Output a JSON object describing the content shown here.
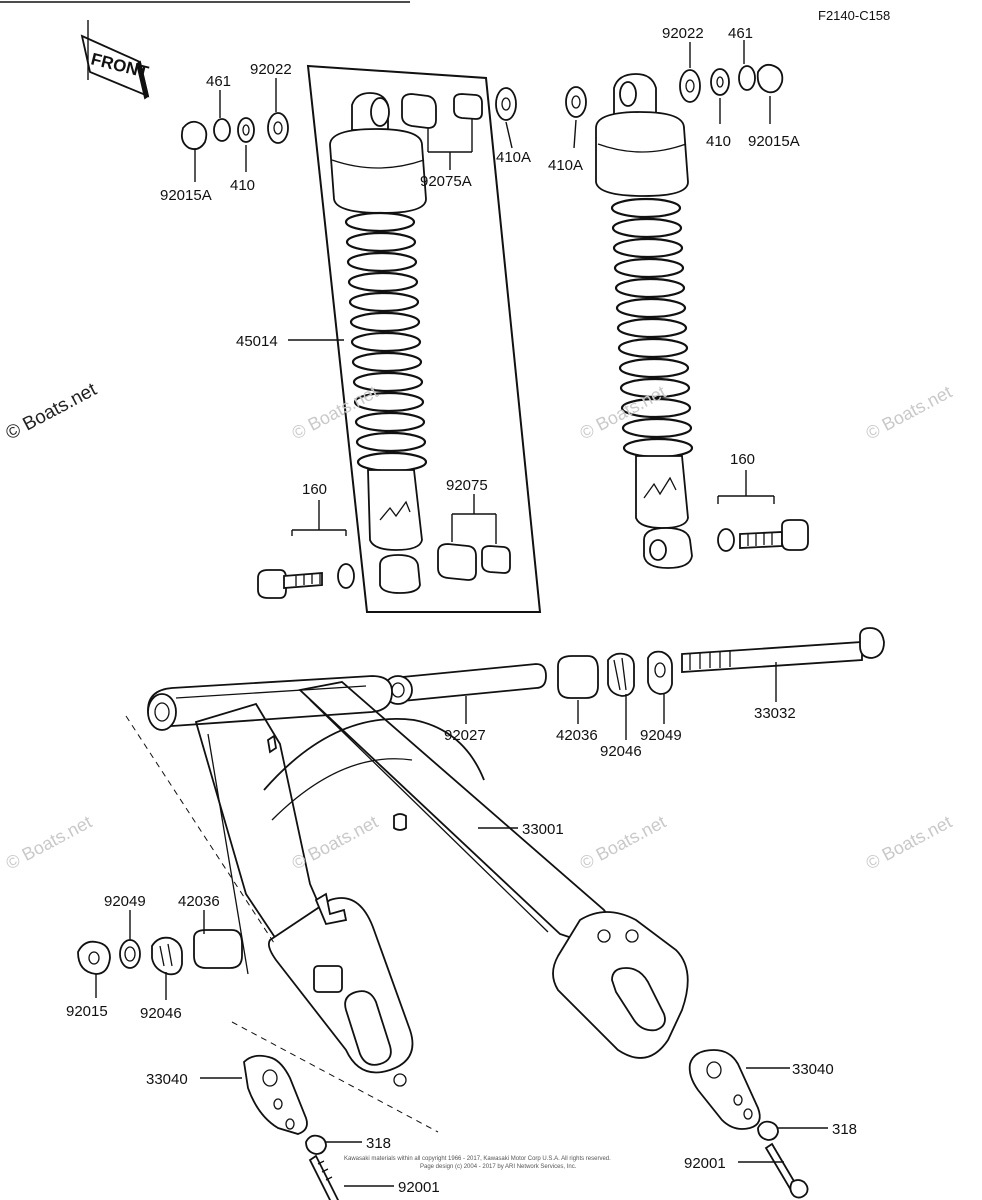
{
  "diagram_id": "F2140-C158",
  "front_badge": {
    "text": "FRONT"
  },
  "labels": {
    "l_92022_left": "92022",
    "l_461_left": "461",
    "l_92015A_left": "92015A",
    "l_410_left": "410",
    "l_92075A": "92075A",
    "l_410A_mid": "410A",
    "l_410A_right": "410A",
    "l_92022_right": "92022",
    "l_461_right": "461",
    "l_410_right": "410",
    "l_92015A_right": "92015A",
    "l_45014": "45014",
    "l_160_left": "160",
    "l_92075": "92075",
    "l_160_right": "160",
    "l_92027": "92027",
    "l_42036_top": "42036",
    "l_92046_top": "92046",
    "l_92049_top": "92049",
    "l_33032": "33032",
    "l_33001": "33001",
    "l_92049_left": "92049",
    "l_42036_left": "42036",
    "l_92015": "92015",
    "l_92046_left": "92046",
    "l_33040_left": "33040",
    "l_318_left": "318",
    "l_92001_left": "92001",
    "l_33040_right": "33040",
    "l_318_right": "318",
    "l_92001_right": "92001"
  },
  "watermark": "© Boats.net",
  "footer": {
    "line1": "Kawasaki materials within all copyright 1966 - 2017, Kawasaki Motor Corp U.S.A. All rights reserved.",
    "line2": "Page design (c) 2004 - 2017 by ARI Network Services, Inc."
  }
}
